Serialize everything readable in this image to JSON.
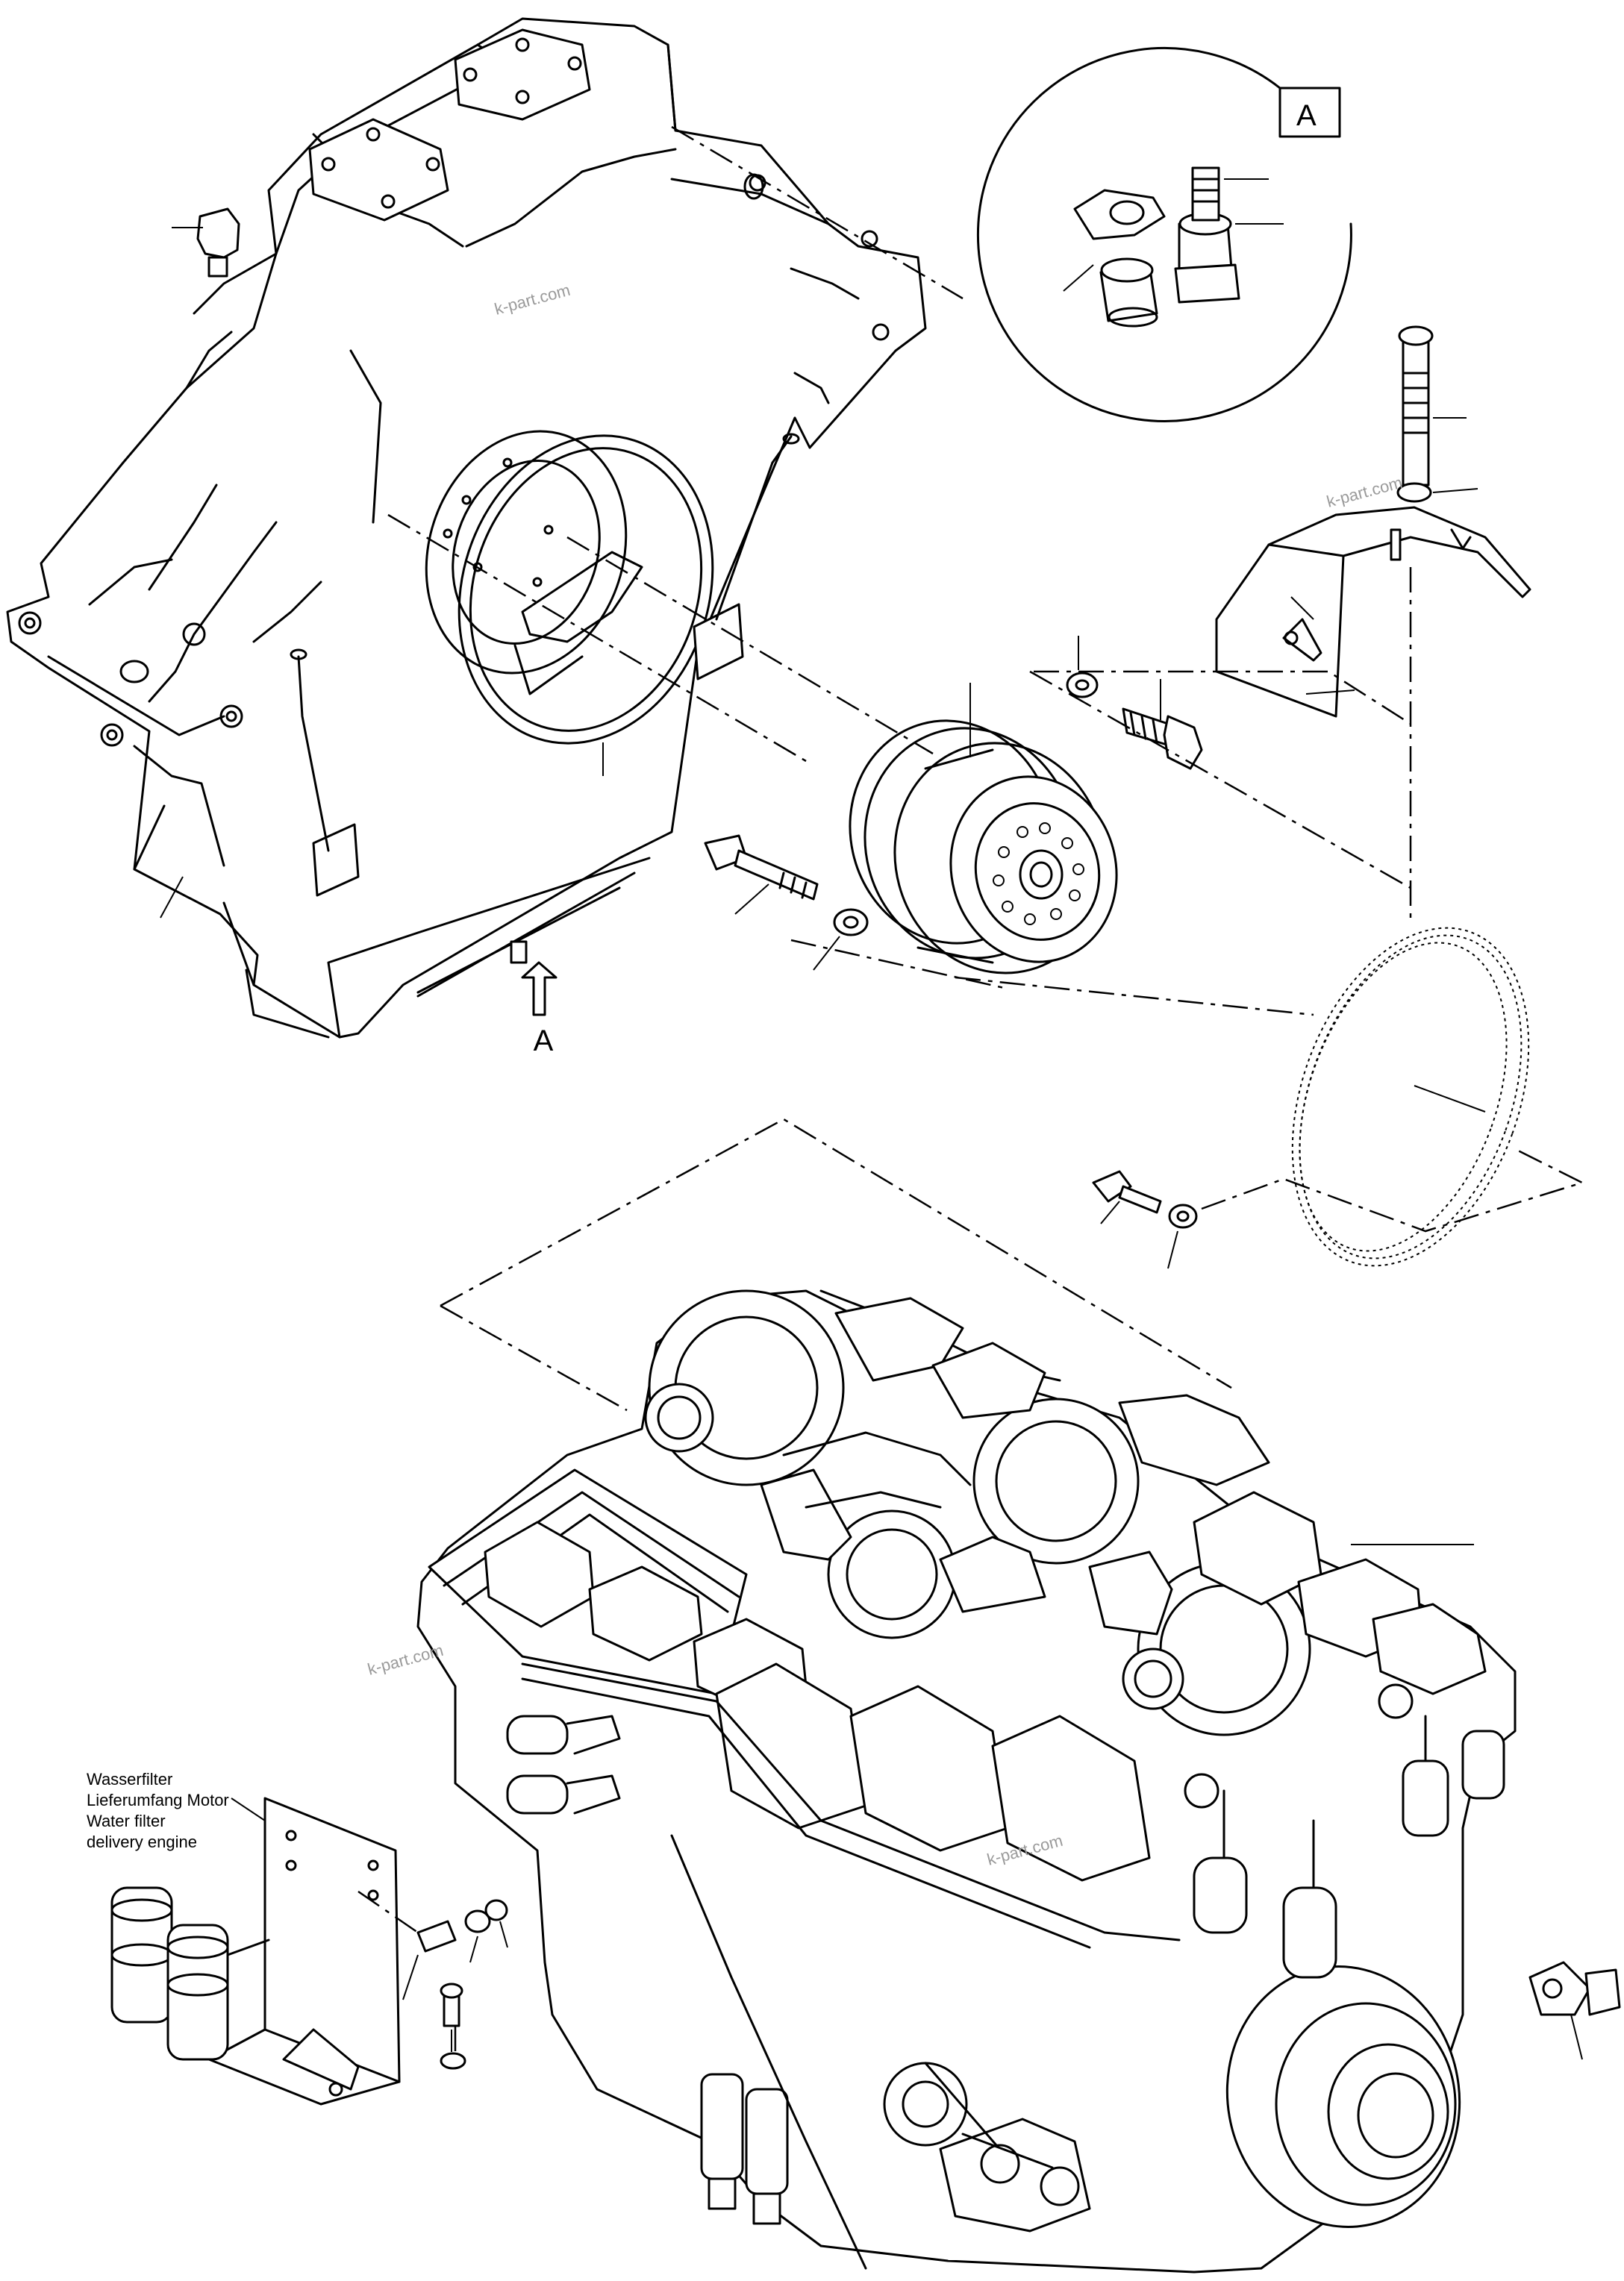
{
  "detail_label": "A",
  "view_arrow_label": "A",
  "watermark": "k-part.com",
  "legend": {
    "line1": "Wasserfilter",
    "line2": "Lieferumfang Motor",
    "line3": "Water filter",
    "line4": "delivery engine"
  }
}
